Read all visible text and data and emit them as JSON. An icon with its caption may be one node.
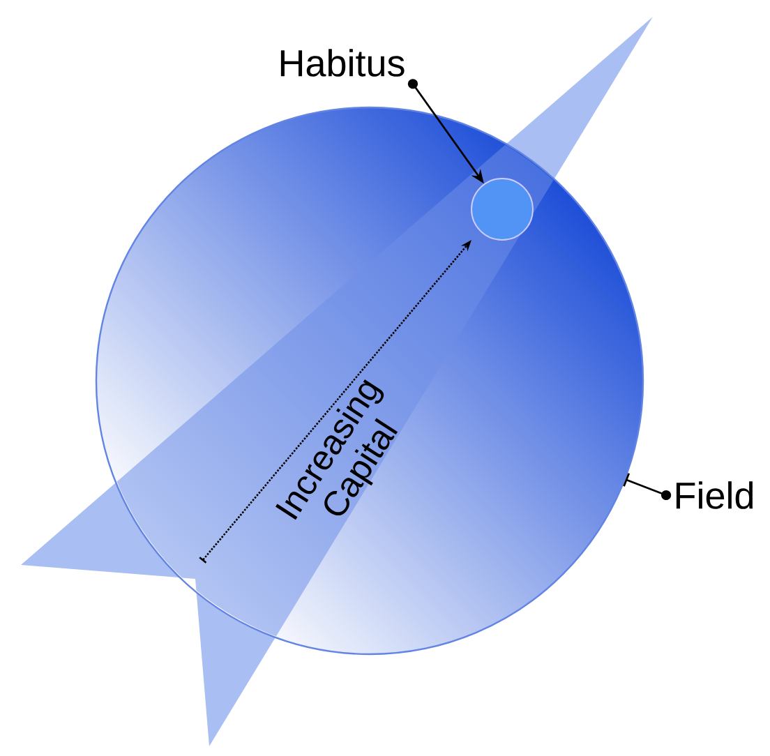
{
  "diagram": {
    "nodes": [
      {
        "text": [
          "Habitus"
        ]
      },
      {
        "text": [],
        "shape": "circle",
        "in": 3
      },
      {
        "text": [
          "Field"
        ]
      },
      {
        "text": [],
        "shape": "circle"
      }
    ],
    "edges": [
      {
        "from": 0,
        "to": 1,
        "arrow": "to"
      },
      {
        "from": 2,
        "to": 3,
        "arrow": "other"
      }
    ],
    "labels": [
      "Increasing Capital"
    ]
  }
}
